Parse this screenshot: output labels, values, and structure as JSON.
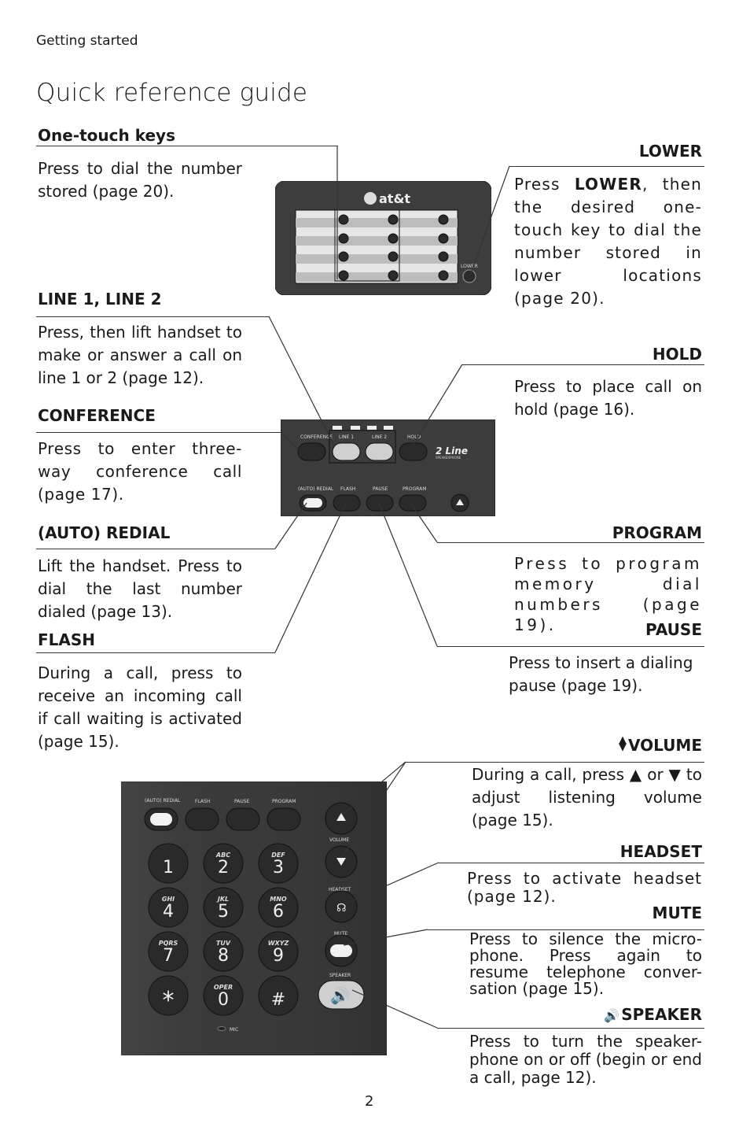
{
  "section": "Getting started",
  "title": "Quick reference guide",
  "page_number": "2",
  "one_touch": {
    "heading": "One-touch keys",
    "text": "Press to dial the number stored (page 20)."
  },
  "lower": {
    "heading": "LOWER",
    "text_before": "Press ",
    "text_bold": "LOWER",
    "text_after": ", then the desired one-touch key to dial the number stored in lower locations (page 20).",
    "key_label": "LOWER"
  },
  "line": {
    "heading": "LINE 1, LINE 2",
    "text": "Press, then lift handset to make or answer a call on line 1 or 2 (page 12)."
  },
  "hold": {
    "heading": "HOLD",
    "text": "Press to place call on hold (page 16)."
  },
  "conference": {
    "heading": "CONFERENCE",
    "text": "Press to enter three-way conference call (page 17)."
  },
  "auto_redial": {
    "heading": "(AUTO) REDIAL",
    "text": "Lift the handset. Press to dial the last number dialed (page 13)."
  },
  "program": {
    "heading": "PROGRAM",
    "text": "Press to program memory dial numbers (page 19)."
  },
  "pause": {
    "heading": "PAUSE",
    "text": "Press to insert a dialing pause (page 19)."
  },
  "flash": {
    "heading": "FLASH",
    "text": "During a call, press to receive an incoming call if call waiting is activated (page 15)."
  },
  "volume": {
    "heading": "VOLUME",
    "text_1": "During a call, press ",
    "text_2": " or ",
    "text_3": " to adjust listening volume (page 15)."
  },
  "headset": {
    "heading": "HEADSET",
    "text": "Press to activate headset (page 12)."
  },
  "mute": {
    "heading": "MUTE",
    "text": "Press to silence the micro-phone. Press again to resume telephone conver-sation (page 15)."
  },
  "speaker": {
    "heading": "SPEAKER",
    "text": "Press to turn the speaker-phone on or off (begin or end a call, page 12)."
  },
  "device": {
    "brand": "at&t",
    "brand_banner": "2 Line",
    "brand_sub": "SPEAKERPHONE",
    "top_row": [
      "CONFERENCE",
      "LINE 1",
      "LINE 2",
      "HOLD"
    ],
    "bottom_row": [
      "(AUTO) REDIAL",
      "FLASH",
      "PAUSE",
      "PROGRAM"
    ],
    "side_labels": {
      "volume": "VOLUME",
      "headset": "HEADSET",
      "mute": "MUTE",
      "speaker": "SPEAKER",
      "mic": "MIC"
    },
    "keypad": [
      {
        "digit": "1",
        "letters": ""
      },
      {
        "digit": "2",
        "letters": "ABC"
      },
      {
        "digit": "3",
        "letters": "DEF"
      },
      {
        "digit": "4",
        "letters": "GHI"
      },
      {
        "digit": "5",
        "letters": "JKL"
      },
      {
        "digit": "6",
        "letters": "MNO"
      },
      {
        "digit": "7",
        "letters": "PQRS"
      },
      {
        "digit": "8",
        "letters": "TUV"
      },
      {
        "digit": "9",
        "letters": "WXYZ"
      },
      {
        "digit": "*",
        "letters": ""
      },
      {
        "digit": "0",
        "letters": "OPER"
      },
      {
        "digit": "#",
        "letters": ""
      }
    ]
  }
}
